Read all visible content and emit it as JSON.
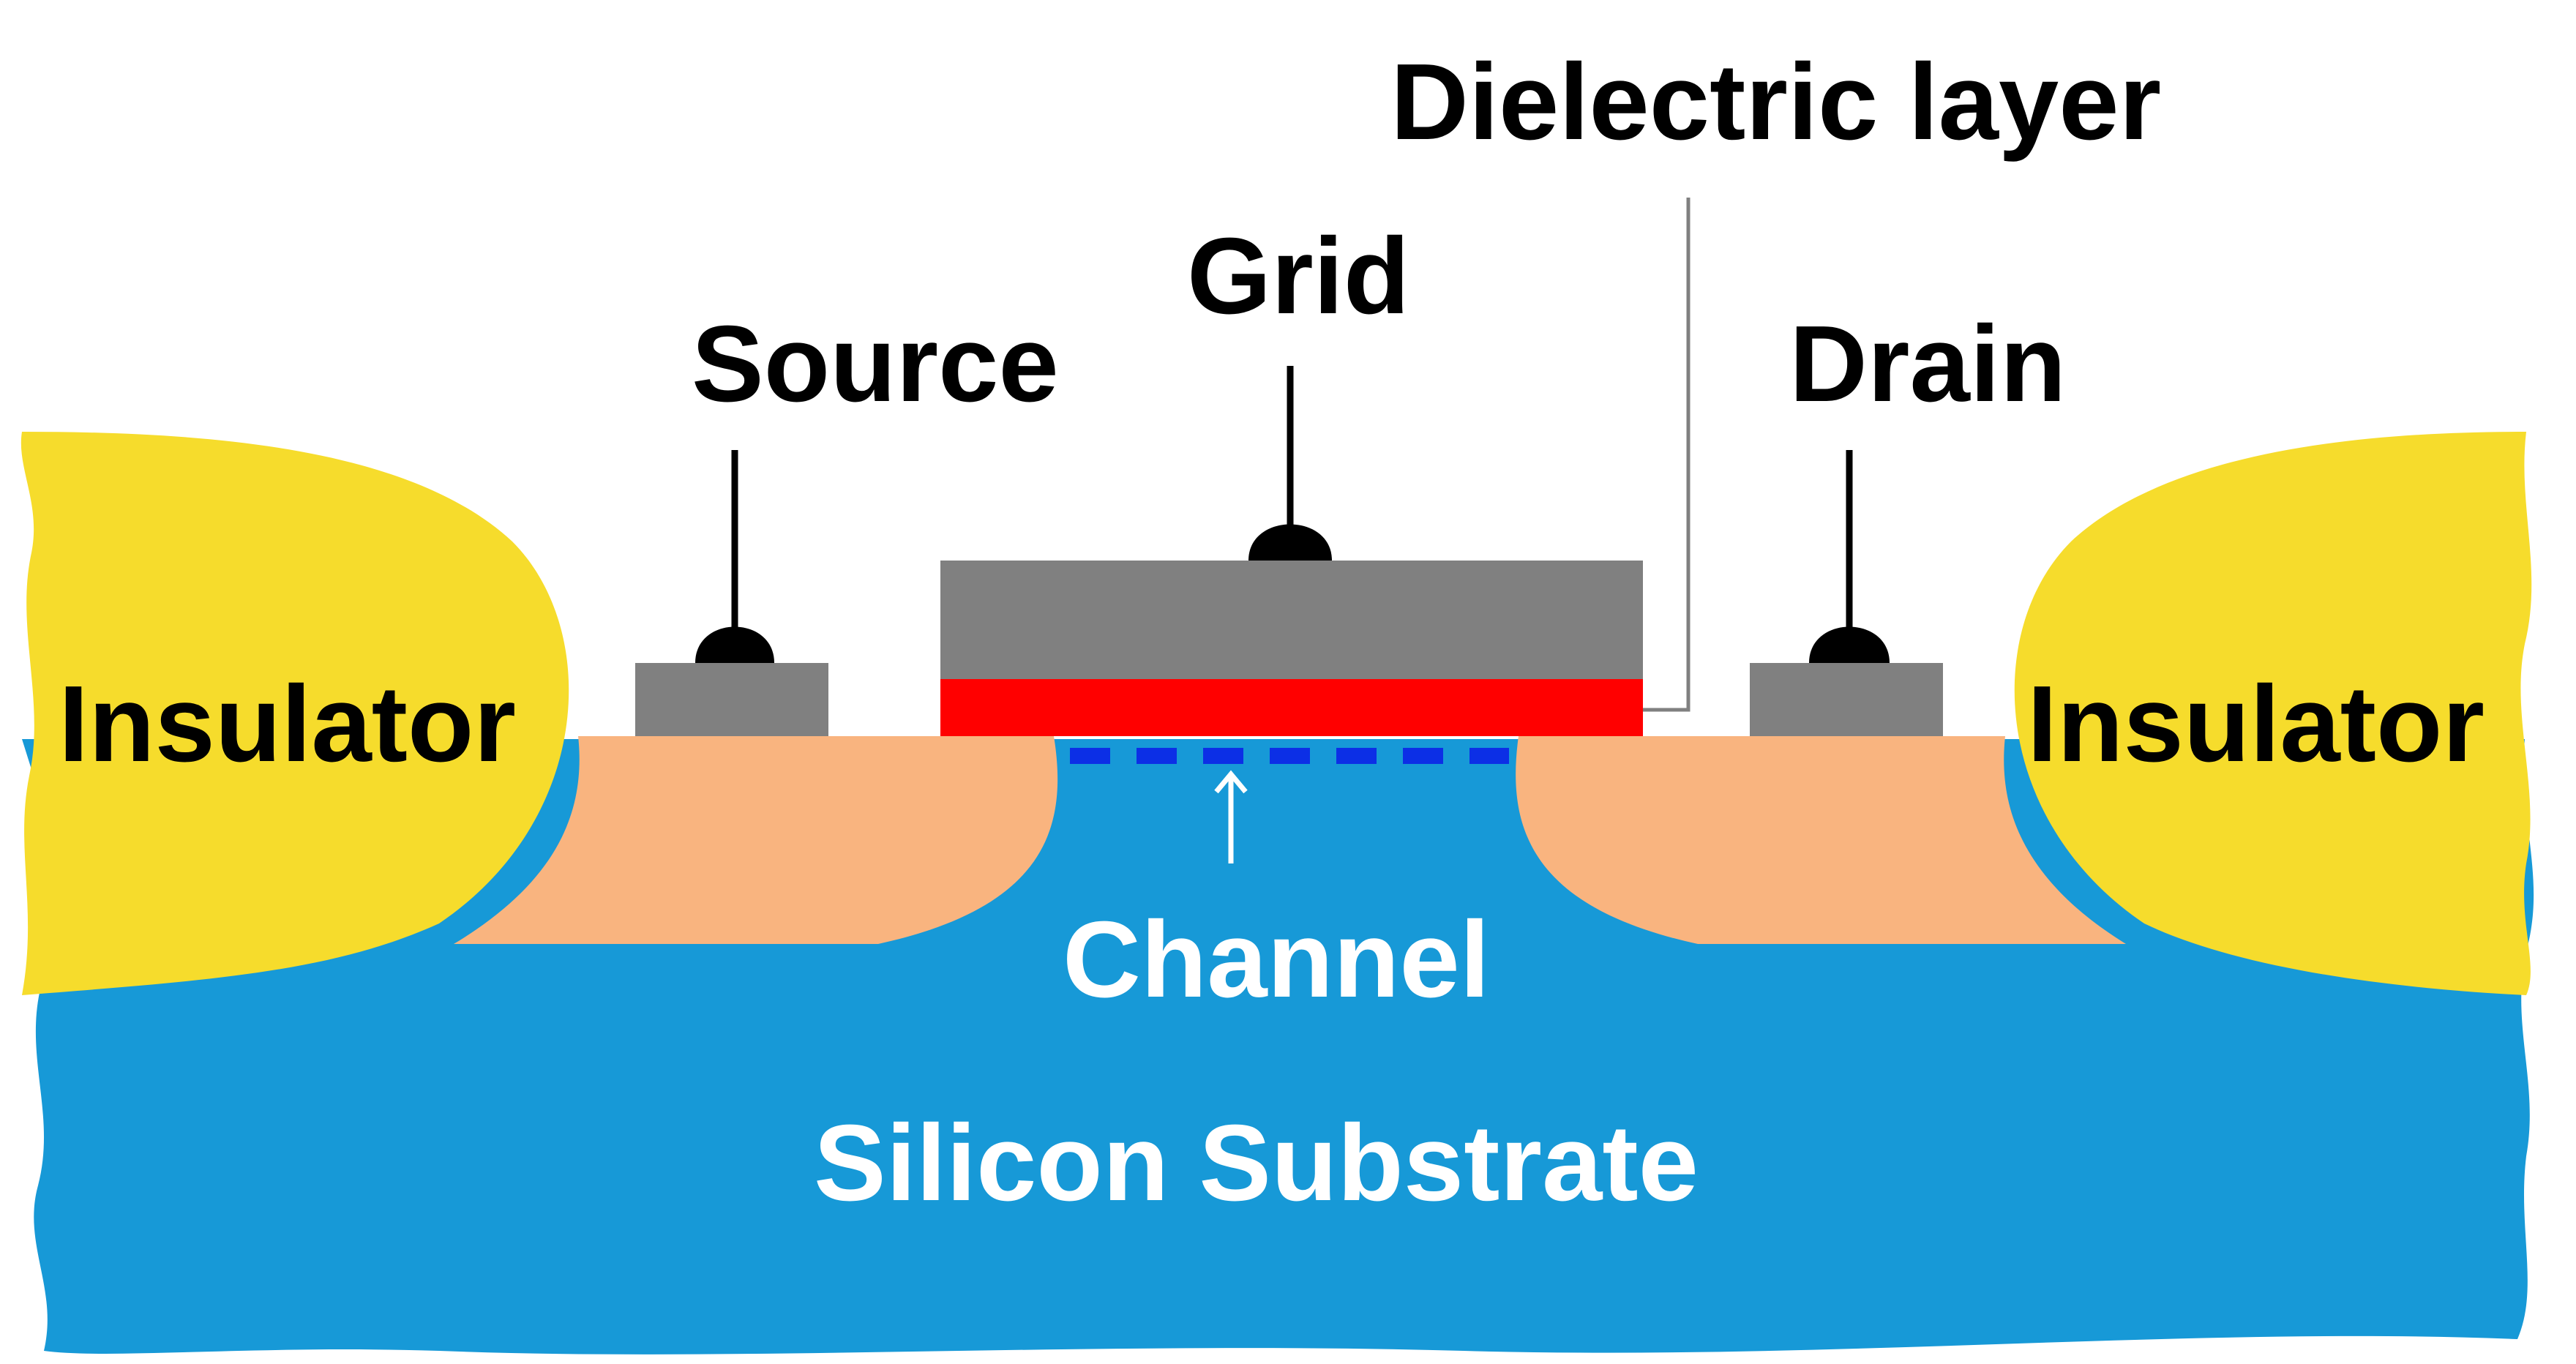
{
  "labels": {
    "dielectric": "Dielectric layer",
    "grid": "Grid",
    "source": "Source",
    "drain": "Drain",
    "insulator_left": "Insulator",
    "insulator_right": "Insulator",
    "channel": "Channel",
    "substrate": "Silicon Substrate"
  },
  "colors": {
    "insulator": "#f6dc2c",
    "doped_region": "#f9b47f",
    "substrate": "#1799d7",
    "contact": "#808080",
    "dielectric": "#ff0000",
    "channel_line": "#0c2fe6",
    "lead": "#000000",
    "label_dark": "#000000",
    "label_light": "#ffffff"
  }
}
